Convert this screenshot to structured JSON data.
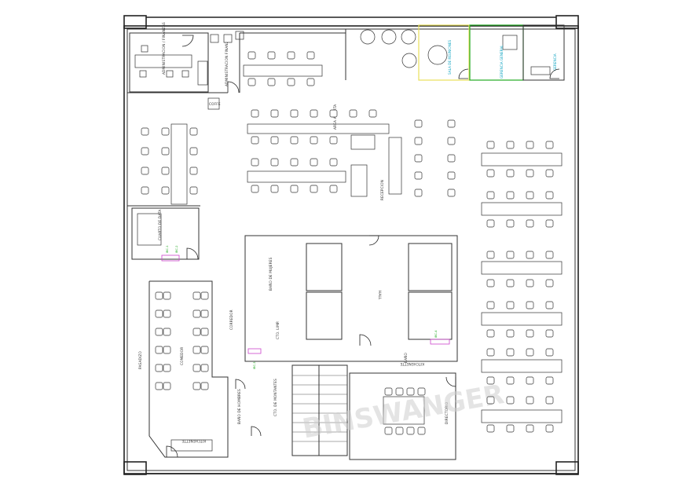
{
  "labels": {
    "administracion": "ADMINISTRACION / FINANZAS",
    "admin_sub": "ADMINISTRACION FINANZAS",
    "coffe": "COFFE",
    "abierto": "AREA ABIERTA",
    "recepcion": "RECEPCION",
    "cuarto_data": "CUARTO DE DATA",
    "sala_reuniones": "SALA DE REUNIONES",
    "gerencia_general": "GERENCIA GENERAL",
    "gerencia": "GERENCIA",
    "banio_mujeres": "BAÑO DE MUJERES",
    "banio_hombres": "BAÑO DE HOMBRES",
    "hall": "HALL",
    "corredor": "CORREDOR",
    "pasadizo": "PASADIZO",
    "comedor": "COMEDOR",
    "kitchenette": "KITCHENETTE",
    "kitchenette2": "KITCHENETTE",
    "banio": "BAÑO",
    "directorio": "DIRECTORIO",
    "cto_montantes": "CTO. DE MONTANTES",
    "cto_limp": "CTO. LIMP.",
    "green_tags": [
      "IBC-1",
      "IBC-2",
      "IBC-3",
      "IBC-4"
    ],
    "watermark": "BINSWANGER"
  },
  "colors": {
    "wall": "#222222",
    "cyan_label": "#1aa8c4",
    "green_room": "#22aa22",
    "yellow_room": "#e8e05a",
    "magenta_tag": "#cc44cc",
    "watermark": "#cfcfcf"
  }
}
